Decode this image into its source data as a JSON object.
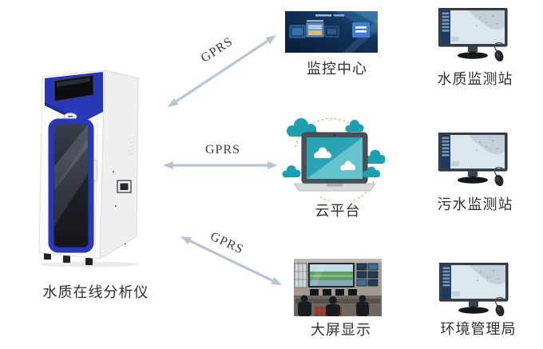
{
  "diagram": {
    "device": {
      "label": "水质在线分析仪",
      "icon": "analyzer-cabinet"
    },
    "links": [
      {
        "label": "GPRS",
        "from": "水质在线分析仪",
        "to": "监控中心"
      },
      {
        "label": "GPRS",
        "from": "水质在线分析仪",
        "to": "云平台"
      },
      {
        "label": "GPRS",
        "from": "水质在线分析仪",
        "to": "大屏显示"
      }
    ],
    "center_nodes": [
      {
        "label": "监控中心",
        "icon": "monitoring-center-screen"
      },
      {
        "label": "云平台",
        "icon": "cloud-platform-laptop"
      },
      {
        "label": "大屏显示",
        "icon": "control-room-photo"
      }
    ],
    "right_nodes": [
      {
        "label": "水质监测站",
        "icon": "desktop-monitor"
      },
      {
        "label": "污水监测站",
        "icon": "desktop-monitor"
      },
      {
        "label": "环境管理局",
        "icon": "desktop-monitor"
      }
    ],
    "colors": {
      "background": "#ffffff",
      "arrow": "#b6c5d6",
      "label_text": "#2f2f2f",
      "gprs_text": "#3c3c3c",
      "device_blue": "#2838b6",
      "cloud_teal": "#1b9fb1",
      "screen_navy": "#0d2142",
      "menu_button_blue": "#3f7ed0",
      "monitor_sidebar": "#1d3a63"
    }
  }
}
